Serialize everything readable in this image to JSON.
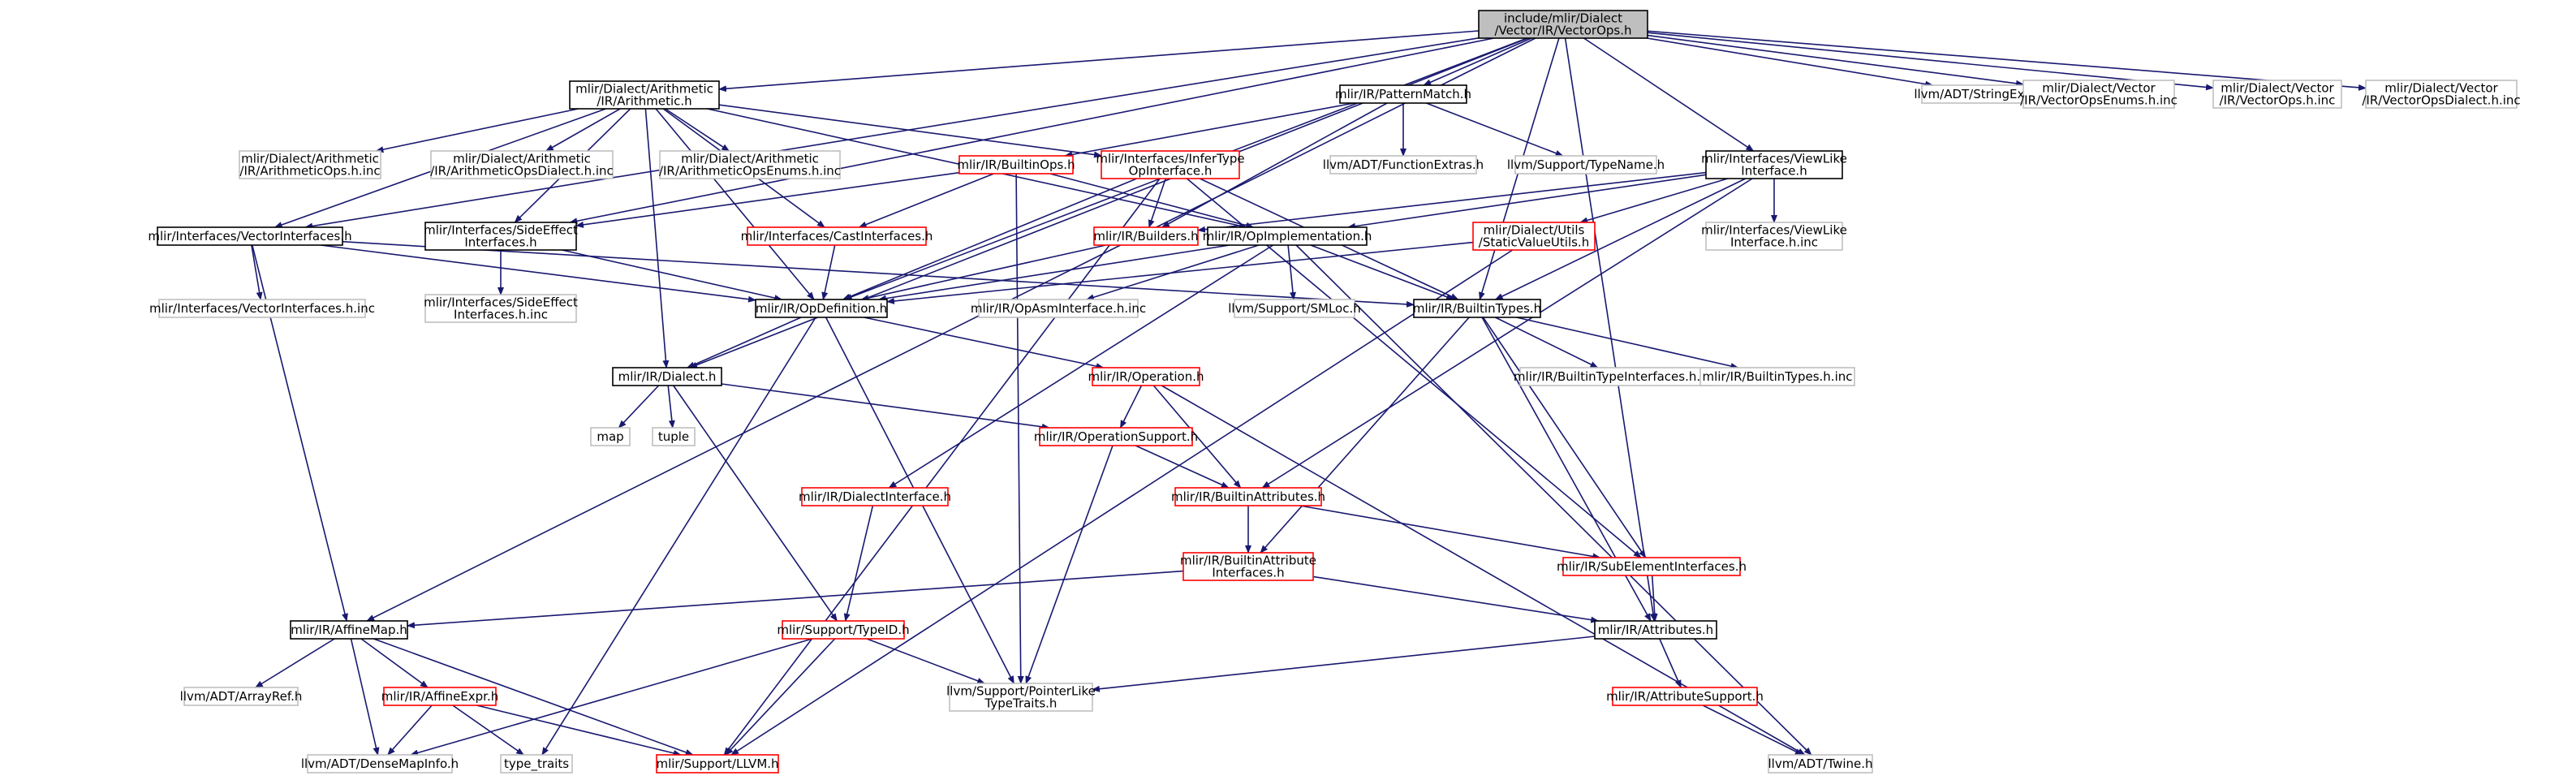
{
  "colors": {
    "edge": "#191970",
    "text": "#000000",
    "root_fill": "#bfbfbf",
    "fill": "#ffffff",
    "border": {
      "black": "#000000",
      "red": "#ff0000",
      "gray": "#bfbfbf"
    }
  },
  "nodes": {
    "vectorops": {
      "lines": [
        "include/mlir/Dialect",
        "/Vector/IR/VectorOps.h"
      ],
      "kind": "root"
    },
    "arith": {
      "lines": [
        "mlir/Dialect/Arithmetic",
        "/IR/Arithmetic.h"
      ],
      "kind": "black"
    },
    "patternmatch": {
      "lines": [
        "mlir/IR/PatternMatch.h"
      ],
      "kind": "black"
    },
    "stringextras": {
      "lines": [
        "llvm/ADT/StringExtras.h"
      ],
      "kind": "gray"
    },
    "vecenums": {
      "lines": [
        "mlir/Dialect/Vector",
        "/IR/VectorOpsEnums.h.inc"
      ],
      "kind": "gray"
    },
    "vecinc": {
      "lines": [
        "mlir/Dialect/Vector",
        "/IR/VectorOps.h.inc"
      ],
      "kind": "gray"
    },
    "vecdialectinc": {
      "lines": [
        "mlir/Dialect/Vector",
        "/IR/VectorOpsDialect.h.inc"
      ],
      "kind": "gray"
    },
    "arithopsinc": {
      "lines": [
        "mlir/Dialect/Arithmetic",
        "/IR/ArithmeticOps.h.inc"
      ],
      "kind": "gray"
    },
    "arithdialinc": {
      "lines": [
        "mlir/Dialect/Arithmetic",
        "/IR/ArithmeticOpsDialect.h.inc"
      ],
      "kind": "gray"
    },
    "arithenuminc": {
      "lines": [
        "mlir/Dialect/Arithmetic",
        "/IR/ArithmeticOpsEnums.h.inc"
      ],
      "kind": "gray"
    },
    "builtinops": {
      "lines": [
        "mlir/IR/BuiltinOps.h"
      ],
      "kind": "red"
    },
    "infertype": {
      "lines": [
        "mlir/Interfaces/InferType",
        "OpInterface.h"
      ],
      "kind": "red"
    },
    "funcextras": {
      "lines": [
        "llvm/ADT/FunctionExtras.h"
      ],
      "kind": "gray"
    },
    "typename": {
      "lines": [
        "llvm/Support/TypeName.h"
      ],
      "kind": "gray"
    },
    "viewlike": {
      "lines": [
        "mlir/Interfaces/ViewLike",
        "Interface.h"
      ],
      "kind": "black"
    },
    "vecinterfaces": {
      "lines": [
        "mlir/Interfaces/VectorInterfaces.h"
      ],
      "kind": "black"
    },
    "sideeffect": {
      "lines": [
        "mlir/Interfaces/SideEffect",
        "Interfaces.h"
      ],
      "kind": "black"
    },
    "castinterfaces": {
      "lines": [
        "mlir/Interfaces/CastInterfaces.h"
      ],
      "kind": "red"
    },
    "builders": {
      "lines": [
        "mlir/IR/Builders.h"
      ],
      "kind": "red"
    },
    "opimpl": {
      "lines": [
        "mlir/IR/OpImplementation.h"
      ],
      "kind": "black"
    },
    "staticvalue": {
      "lines": [
        "mlir/Dialect/Utils",
        "/StaticValueUtils.h"
      ],
      "kind": "red"
    },
    "viewlikeinc": {
      "lines": [
        "mlir/Interfaces/ViewLike",
        "Interface.h.inc"
      ],
      "kind": "gray"
    },
    "vecinterinc": {
      "lines": [
        "mlir/Interfaces/VectorInterfaces.h.inc"
      ],
      "kind": "gray"
    },
    "sideeffectinc": {
      "lines": [
        "mlir/Interfaces/SideEffect",
        "Interfaces.h.inc"
      ],
      "kind": "gray"
    },
    "opdef": {
      "lines": [
        "mlir/IR/OpDefinition.h"
      ],
      "kind": "black"
    },
    "opasminc": {
      "lines": [
        "mlir/IR/OpAsmInterface.h.inc"
      ],
      "kind": "gray"
    },
    "smloc": {
      "lines": [
        "llvm/Support/SMLoc.h"
      ],
      "kind": "gray"
    },
    "builtintypes": {
      "lines": [
        "mlir/IR/BuiltinTypes.h"
      ],
      "kind": "black"
    },
    "btinterinc": {
      "lines": [
        "mlir/IR/BuiltinTypeInterfaces.h.inc"
      ],
      "kind": "gray"
    },
    "btinc": {
      "lines": [
        "mlir/IR/BuiltinTypes.h.inc"
      ],
      "kind": "gray"
    },
    "dialect": {
      "lines": [
        "mlir/IR/Dialect.h"
      ],
      "kind": "black"
    },
    "operation": {
      "lines": [
        "mlir/IR/Operation.h"
      ],
      "kind": "red"
    },
    "map": {
      "lines": [
        "map"
      ],
      "kind": "gray"
    },
    "tuple": {
      "lines": [
        "tuple"
      ],
      "kind": "gray"
    },
    "opsupport": {
      "lines": [
        "mlir/IR/OperationSupport.h"
      ],
      "kind": "red"
    },
    "dialectinterface": {
      "lines": [
        "mlir/IR/DialectInterface.h"
      ],
      "kind": "red"
    },
    "builtinattrs": {
      "lines": [
        "mlir/IR/BuiltinAttributes.h"
      ],
      "kind": "red"
    },
    "baiface": {
      "lines": [
        "mlir/IR/BuiltinAttribute",
        "Interfaces.h"
      ],
      "kind": "red"
    },
    "subelem": {
      "lines": [
        "mlir/IR/SubElementInterfaces.h"
      ],
      "kind": "red"
    },
    "affinemap": {
      "lines": [
        "mlir/IR/AffineMap.h"
      ],
      "kind": "black"
    },
    "typeid": {
      "lines": [
        "mlir/Support/TypeID.h"
      ],
      "kind": "red"
    },
    "attributes": {
      "lines": [
        "mlir/IR/Attributes.h"
      ],
      "kind": "black"
    },
    "arrayref": {
      "lines": [
        "llvm/ADT/ArrayRef.h"
      ],
      "kind": "gray"
    },
    "affineexpr": {
      "lines": [
        "mlir/IR/AffineExpr.h"
      ],
      "kind": "red"
    },
    "pointerlike": {
      "lines": [
        "llvm/Support/PointerLike",
        "TypeTraits.h"
      ],
      "kind": "gray"
    },
    "attrsupport": {
      "lines": [
        "mlir/IR/AttributeSupport.h"
      ],
      "kind": "red"
    },
    "densemapinfo": {
      "lines": [
        "llvm/ADT/DenseMapInfo.h"
      ],
      "kind": "gray"
    },
    "typetraits": {
      "lines": [
        "type_traits"
      ],
      "kind": "gray"
    },
    "llvmh": {
      "lines": [
        "mlir/Support/LLVM.h"
      ],
      "kind": "red"
    },
    "twine": {
      "lines": [
        "llvm/ADT/Twine.h"
      ],
      "kind": "gray"
    }
  },
  "edges": [
    [
      "vectorops",
      "arith"
    ],
    [
      "vectorops",
      "patternmatch"
    ],
    [
      "vectorops",
      "stringextras"
    ],
    [
      "vectorops",
      "vecenums"
    ],
    [
      "vectorops",
      "vecinc"
    ],
    [
      "vectorops",
      "vecdialectinc"
    ],
    [
      "vectorops",
      "viewlike"
    ],
    [
      "vectorops",
      "vecinterfaces"
    ],
    [
      "vectorops",
      "sideeffect"
    ],
    [
      "vectorops",
      "opdef"
    ],
    [
      "vectorops",
      "builtintypes"
    ],
    [
      "vectorops",
      "dialect"
    ],
    [
      "vectorops",
      "affinemap"
    ],
    [
      "vectorops",
      "attributes"
    ],
    [
      "arith",
      "arithopsinc"
    ],
    [
      "arith",
      "arithdialinc"
    ],
    [
      "arith",
      "arithenuminc"
    ],
    [
      "arith",
      "infertype"
    ],
    [
      "arith",
      "vecinterfaces"
    ],
    [
      "arith",
      "sideeffect"
    ],
    [
      "arith",
      "castinterfaces"
    ],
    [
      "arith",
      "opimpl"
    ],
    [
      "arith",
      "opdef"
    ],
    [
      "arith",
      "dialect"
    ],
    [
      "patternmatch",
      "builtinops"
    ],
    [
      "patternmatch",
      "funcextras"
    ],
    [
      "patternmatch",
      "typename"
    ],
    [
      "patternmatch",
      "builders"
    ],
    [
      "builtinops",
      "castinterfaces"
    ],
    [
      "builtinops",
      "opimpl"
    ],
    [
      "builtinops",
      "sideeffect"
    ],
    [
      "builtinops",
      "pointerlike"
    ],
    [
      "infertype",
      "builders"
    ],
    [
      "infertype",
      "opdef"
    ],
    [
      "infertype",
      "builtintypes"
    ],
    [
      "infertype",
      "llvmh"
    ],
    [
      "infertype",
      "subelem"
    ],
    [
      "viewlike",
      "viewlikeinc"
    ],
    [
      "viewlike",
      "staticvalue"
    ],
    [
      "viewlike",
      "builders"
    ],
    [
      "viewlike",
      "opimpl"
    ],
    [
      "viewlike",
      "builtintypes"
    ],
    [
      "viewlike",
      "builtinattrs"
    ],
    [
      "vecinterfaces",
      "vecinterinc"
    ],
    [
      "vecinterfaces",
      "opdef"
    ],
    [
      "vecinterfaces",
      "builtintypes"
    ],
    [
      "vecinterfaces",
      "affinemap"
    ],
    [
      "sideeffect",
      "sideeffectinc"
    ],
    [
      "sideeffect",
      "opdef"
    ],
    [
      "castinterfaces",
      "opdef"
    ],
    [
      "builders",
      "opdef"
    ],
    [
      "opimpl",
      "opdef"
    ],
    [
      "opimpl",
      "opasminc"
    ],
    [
      "opimpl",
      "smloc"
    ],
    [
      "opimpl",
      "builtintypes"
    ],
    [
      "opimpl",
      "dialectinterface"
    ],
    [
      "opimpl",
      "twine"
    ],
    [
      "staticvalue",
      "opdef"
    ],
    [
      "staticvalue",
      "llvmh"
    ],
    [
      "opdef",
      "dialect"
    ],
    [
      "opdef",
      "operation"
    ],
    [
      "opdef",
      "typetraits"
    ],
    [
      "opdef",
      "pointerlike"
    ],
    [
      "builtintypes",
      "btinterinc"
    ],
    [
      "builtintypes",
      "btinc"
    ],
    [
      "builtintypes",
      "baiface"
    ],
    [
      "builtintypes",
      "subelem"
    ],
    [
      "builtintypes",
      "attributes"
    ],
    [
      "dialect",
      "map"
    ],
    [
      "dialect",
      "tuple"
    ],
    [
      "dialect",
      "opsupport"
    ],
    [
      "dialect",
      "typeid"
    ],
    [
      "operation",
      "opsupport"
    ],
    [
      "operation",
      "builtinattrs"
    ],
    [
      "operation",
      "twine"
    ],
    [
      "opsupport",
      "builtinattrs"
    ],
    [
      "opsupport",
      "pointerlike"
    ],
    [
      "dialectinterface",
      "typeid"
    ],
    [
      "builtinattrs",
      "baiface"
    ],
    [
      "builtinattrs",
      "subelem"
    ],
    [
      "baiface",
      "affinemap"
    ],
    [
      "baiface",
      "attributes"
    ],
    [
      "subelem",
      "attributes"
    ],
    [
      "affinemap",
      "arrayref"
    ],
    [
      "affinemap",
      "affineexpr"
    ],
    [
      "affinemap",
      "densemapinfo"
    ],
    [
      "affinemap",
      "llvmh"
    ],
    [
      "typeid",
      "densemapinfo"
    ],
    [
      "typeid",
      "llvmh"
    ],
    [
      "typeid",
      "pointerlike"
    ],
    [
      "attributes",
      "pointerlike"
    ],
    [
      "attributes",
      "attrsupport"
    ],
    [
      "affineexpr",
      "densemapinfo"
    ],
    [
      "affineexpr",
      "typetraits"
    ],
    [
      "affineexpr",
      "llvmh"
    ],
    [
      "attrsupport",
      "twine"
    ]
  ]
}
